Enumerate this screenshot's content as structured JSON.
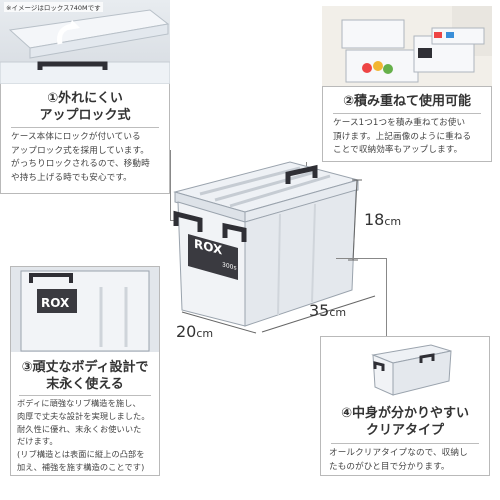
{
  "top_left_caption": "※イメージはロックス740Mです",
  "features": [
    {
      "title": "①外れにくい\nアップロック式",
      "body": "ケース本体にロックが付いている\nアップロック式を採用しています。\nがっちりロックされるので、移動時\nや持ち上げる時でも安心です。"
    },
    {
      "title": "②積み重ねて使用可能",
      "body": "ケース1つ1つを積み重ねてお使い\n頂けます。上記画像のように重ねる\nことで収納効率もアップします。"
    },
    {
      "title": "③頑丈なボディ設計で\n末永く使える",
      "body": "ボディに頑強なリブ構造を施し、\n肉厚で丈夫な設計を実現しました。\n耐久性に優れ、末永くお使いいた\nだけます。\n(リブ構造とは表面に縦上の凸部を\n加え、補強を施す構造のことです)"
    },
    {
      "title": "④中身が分かりやすい\nクリアタイプ",
      "body": "オールクリアタイプなので、収納し\nたものがひと目で分かります。"
    }
  ],
  "dimensions": {
    "height": "18",
    "depth": "35",
    "width": "20",
    "unit": "cm"
  },
  "product_label": {
    "brand": "ROX",
    "capacity": "300s"
  },
  "colors": {
    "handle": "#2f2f35",
    "border": "#b9b9b9",
    "text": "#333333"
  }
}
